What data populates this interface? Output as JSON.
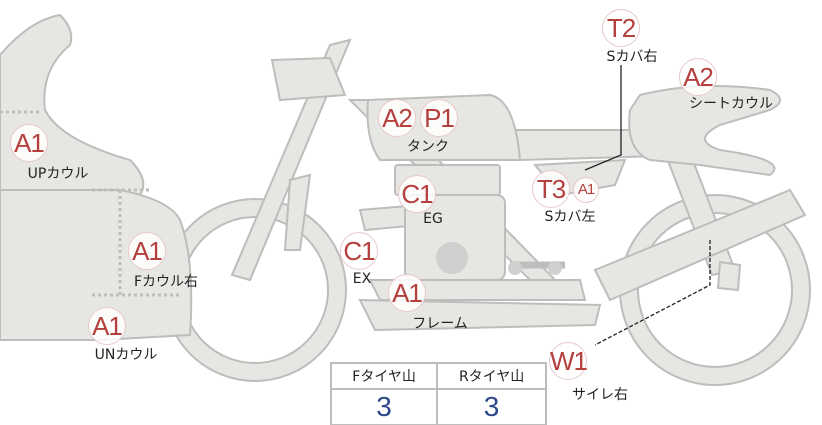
{
  "colors": {
    "part_fill": "#e6e6e3",
    "part_stroke": "#bdbdbd",
    "code_text": "#b5403e",
    "value_text": "#2f4a8a"
  },
  "parts": [
    {
      "id": "t2",
      "code": "T2",
      "label": "Sカバ右"
    },
    {
      "id": "seat",
      "code": "A2",
      "label": "シートカウル"
    },
    {
      "id": "tank",
      "codes": [
        "A2",
        "P1"
      ],
      "label": "タンク"
    },
    {
      "id": "upcowl",
      "code": "A1",
      "label": "UPカウル"
    },
    {
      "id": "eg",
      "code": "C1",
      "label": "EG"
    },
    {
      "id": "scl",
      "codes": [
        "T3",
        "A1"
      ],
      "label": "Sカバ左"
    },
    {
      "id": "fcowl",
      "code": "A1",
      "label": "Fカウル右"
    },
    {
      "id": "ex",
      "code": "C1",
      "label": "EX"
    },
    {
      "id": "frame",
      "code": "A1",
      "label": "フレーム"
    },
    {
      "id": "uncowl",
      "code": "A1",
      "label": "UNカウル"
    },
    {
      "id": "silencer",
      "code": "W1",
      "label": "サイレ右"
    }
  ],
  "tires": {
    "front_label": "Fタイヤ山",
    "rear_label": "Rタイヤ山",
    "front_value": "3",
    "rear_value": "3"
  }
}
